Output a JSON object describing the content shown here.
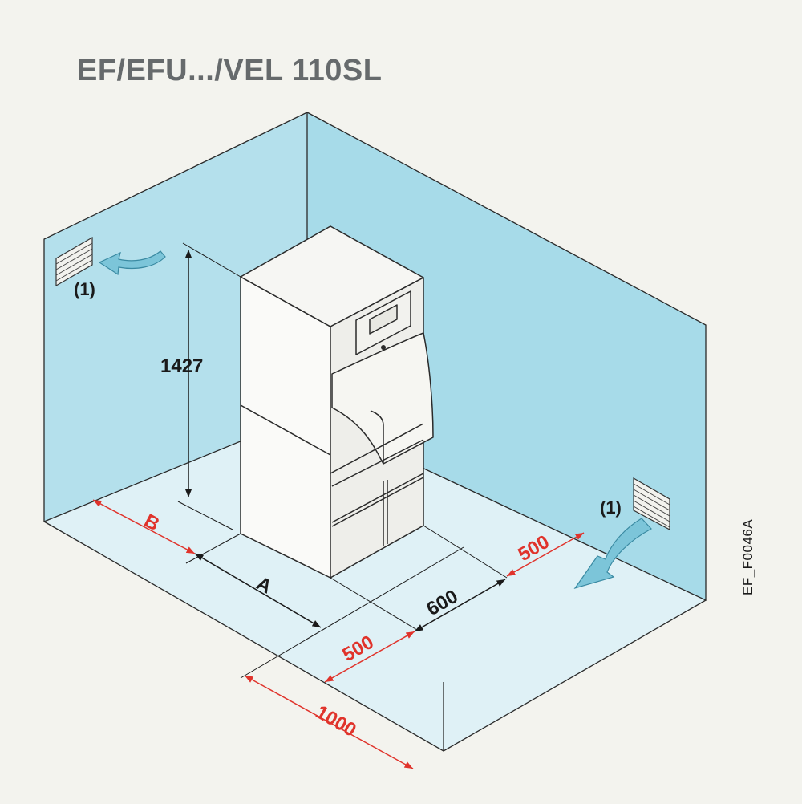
{
  "title": "EF/EFU.../VEL 110SL",
  "reference_code": "EF_F0046A",
  "dimensions": {
    "height": "1427",
    "rear_clearance": "B",
    "side_clearance": "A",
    "depth": "600",
    "front_clearance": "500",
    "right_clearance": "500",
    "width_total": "1000"
  },
  "callouts": {
    "vent_left": "(1)",
    "vent_right": "(1)"
  },
  "colors": {
    "wall": "#b4e0ec",
    "floor": "#dff1f6",
    "dimension_red": "#e0332b",
    "title_grey": "#666a6c",
    "airflow_arrow": "#7cc5d9"
  }
}
